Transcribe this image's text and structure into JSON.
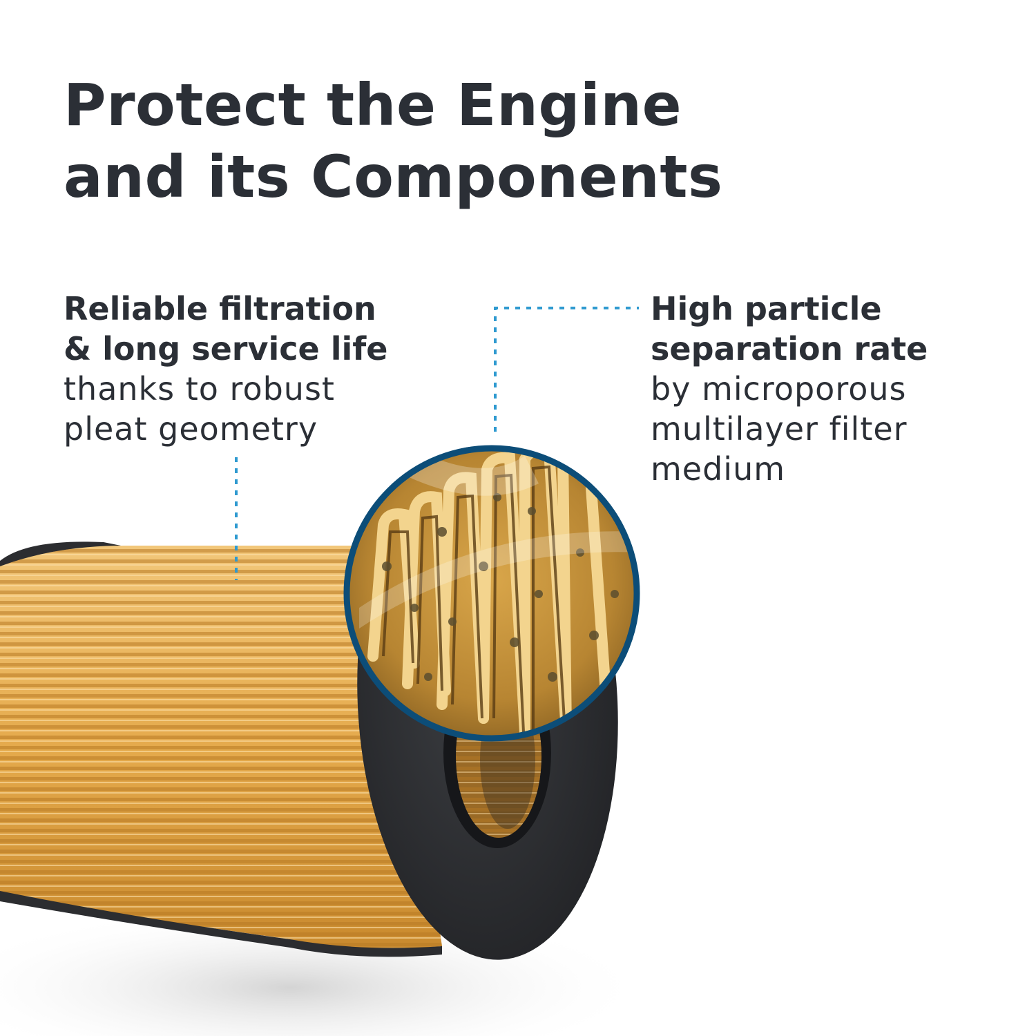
{
  "headline": {
    "line1": "Protect the Engine",
    "line2": "and its Components"
  },
  "features": [
    {
      "title_line1": "Reliable filtration",
      "title_line2": "& long service life",
      "desc_line1": "thanks to robust",
      "desc_line2": "pleat geometry"
    },
    {
      "title_line1": "High particle",
      "title_line2": "separation rate",
      "desc_line1": "by microporous",
      "desc_line2": "multilayer filter",
      "desc_line3": "medium"
    }
  ],
  "colors": {
    "text": "#2b2f36",
    "callout_dots": "#2f9ad0",
    "zoom_ring": "#0c4d78",
    "filter_paper": "#e3a94a",
    "end_cap": "#2c2d30"
  }
}
